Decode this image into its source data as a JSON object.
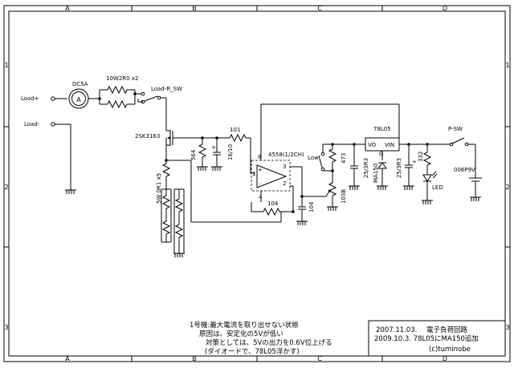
{
  "frame": {
    "columns": [
      "A",
      "B",
      "C",
      "D"
    ],
    "rows": [
      "1",
      "2",
      "3"
    ]
  },
  "labels": {
    "load_plus": "Load+",
    "load_minus": "Load-",
    "ammeter_name": "DC5A",
    "ammeter_symbol": "A",
    "resistor_main": "10W2R0 x2",
    "load_sw": "Load-R_SW",
    "mosfet": "2SK3163",
    "r_gate": "101",
    "r_564": "564",
    "c_16_10": "16/10",
    "opamp": "4558(1/2CH)",
    "pin8": "8",
    "pin3": "3",
    "pin2": "2",
    "pin1": "1",
    "pin4": "4",
    "opamp_plus": "+",
    "opamp_minus": "-",
    "r_shunt": "5W 0R1 x5",
    "r_fb": "104",
    "c_104": "104",
    "pot": "103B",
    "low_sw": "Low",
    "r_473": "473",
    "c_25_3r3a": "25/3R3",
    "reg": "78L05",
    "reg_pins": "VO",
    "reg_pin_gnd": "G",
    "reg_pin_in": "VIN",
    "diode": "MA150",
    "c_25_3r3b": "25/3R3",
    "r_332": "332",
    "led": "LED",
    "p_sw": "P-SW",
    "battery": "006P9V"
  },
  "note": {
    "line1": "1号機:最大電流を取り出せない状態",
    "line2": "原因は、安定化の5Vが低い",
    "line3": "対策としては、5Vの出力を0.6V位上げる",
    "line4": "(ダイオードで、78L05浮かす)"
  },
  "title_block": {
    "date1": "2007.11.03.",
    "title": "電子負荷回路",
    "line2": "2009.10.3. 78L05にMA150追加",
    "copyright": "(c)tuminobe"
  }
}
